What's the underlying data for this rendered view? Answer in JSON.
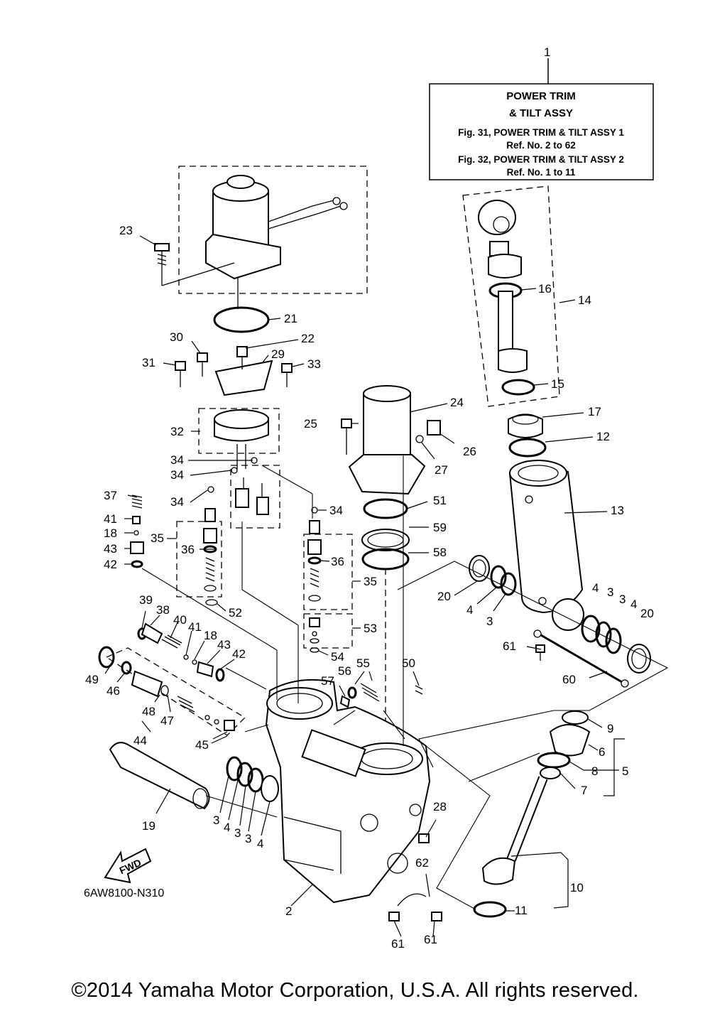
{
  "info_box": {
    "line1": "POWER TRIM",
    "line2": "& TILT ASSY",
    "line3": "Fig. 31, POWER TRIM & TILT ASSY 1",
    "line4": "Ref. No. 2 to 62",
    "line5": "Fig. 32, POWER TRIM & TILT ASSY 2",
    "line6": "Ref. No. 1 to 11"
  },
  "callouts": {
    "c1": "1",
    "c2": "2",
    "c3a": "3",
    "c3b": "3",
    "c3c": "3",
    "c3d": "3",
    "c3e": "3",
    "c4a": "4",
    "c4b": "4",
    "c4c": "4",
    "c4d": "4",
    "c5": "5",
    "c6": "6",
    "c7": "7",
    "c8": "8",
    "c9": "9",
    "c10": "10",
    "c11": "11",
    "c12": "12",
    "c13": "13",
    "c14": "14",
    "c15": "15",
    "c16": "16",
    "c17": "17",
    "c18a": "18",
    "c18b": "18",
    "c19": "19",
    "c20a": "20",
    "c20b": "20",
    "c21": "21",
    "c22": "22",
    "c23": "23",
    "c24": "24",
    "c25": "25",
    "c26": "26",
    "c27": "27",
    "c28": "28",
    "c29": "29",
    "c30": "30",
    "c31": "31",
    "c32": "32",
    "c33": "33",
    "c34a": "34",
    "c34b": "34",
    "c34c": "34",
    "c34d": "34",
    "c35a": "35",
    "c35b": "35",
    "c36a": "36",
    "c36b": "36",
    "c37": "37",
    "c38": "38",
    "c39": "39",
    "c40": "40",
    "c41a": "41",
    "c41b": "41",
    "c42a": "42",
    "c42b": "42",
    "c43a": "43",
    "c43b": "43",
    "c44": "44",
    "c45": "45",
    "c46": "46",
    "c47": "47",
    "c48": "48",
    "c49": "49",
    "c50": "50",
    "c51": "51",
    "c52": "52",
    "c53": "53",
    "c54": "54",
    "c55": "55",
    "c56": "56",
    "c57": "57",
    "c58": "58",
    "c59": "59",
    "c60": "60",
    "c61a": "61",
    "c61b": "61",
    "c61c": "61",
    "c62": "62"
  },
  "fwd_label": "FWD",
  "diagram_code": "6AW8100-N310",
  "copyright": "©2014 Yamaha Motor Corporation, U.S.A. All rights reserved."
}
